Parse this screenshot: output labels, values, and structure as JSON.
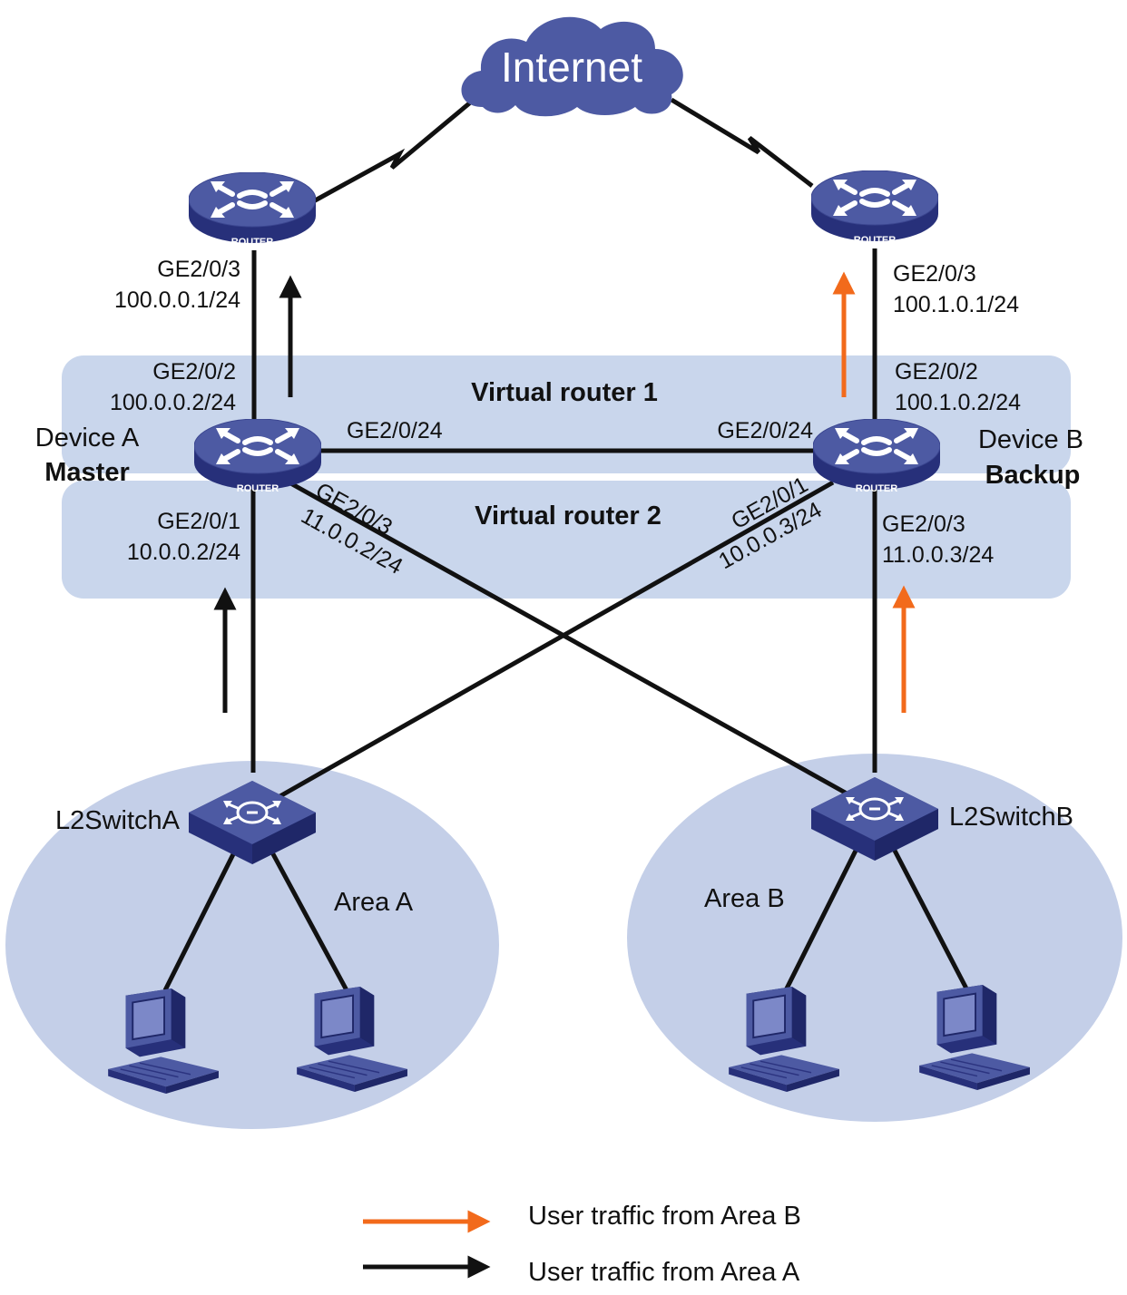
{
  "cloud": {
    "label": "Internet"
  },
  "virtual_routers": {
    "vr1": "Virtual router 1",
    "vr2": "Virtual router 2"
  },
  "devices": {
    "device_a": {
      "name": "Device A",
      "role": "Master",
      "icon_label": "ROUTER"
    },
    "device_b": {
      "name": "Device B",
      "role": "Backup",
      "icon_label": "ROUTER"
    },
    "isp_router_left": {
      "icon_label": "ROUTER"
    },
    "isp_router_right": {
      "icon_label": "ROUTER"
    }
  },
  "switches": {
    "left": "L2SwitchA",
    "right": "L2SwitchB"
  },
  "areas": {
    "a": "Area A",
    "b": "Area B"
  },
  "interfaces": {
    "isp_left_port": "GE2/0/3",
    "isp_left_ip": "100.0.0.1/24",
    "isp_right_port": "GE2/0/3",
    "isp_right_ip": "100.1.0.1/24",
    "a_up_port": "GE2/0/2",
    "a_up_ip": "100.0.0.2/24",
    "b_up_port": "GE2/0/2",
    "b_up_ip": "100.1.0.2/24",
    "a_link_port": "GE2/0/24",
    "b_link_port": "GE2/0/24",
    "a_down_port": "GE2/0/1",
    "a_down_ip": "10.0.0.2/24",
    "a_cross_port": "GE2/0/3",
    "a_cross_ip": "11.0.0.2/24",
    "b_cross_port": "GE2/0/1",
    "b_cross_ip": "10.0.0.3/24",
    "b_down_port": "GE2/0/3",
    "b_down_ip": "11.0.0.3/24"
  },
  "legend": {
    "area_b": {
      "label": "User traffic from Area B",
      "color": "#f26a1b"
    },
    "area_a": {
      "label": "User traffic from Area A",
      "color": "#111111"
    }
  },
  "colors": {
    "device_blue": "#4d5aa3",
    "area_fill": "#c4cfe8",
    "band_fill": "#c9d6ec"
  }
}
